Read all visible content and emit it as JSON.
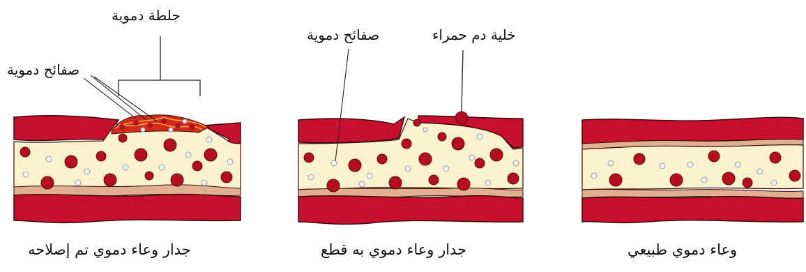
{
  "panels": {
    "repaired": {
      "caption": "جدار وعاء دموي تم إصلاحه"
    },
    "cut": {
      "caption": "جدار وعاء دموي به قطع"
    },
    "normal": {
      "caption": "وعاء دموي طبيعي"
    }
  },
  "annotations": {
    "clot": "جلطة دموية",
    "platelets_left": "صفائح دموية",
    "platelets_mid": "صفائح دموية",
    "red_cell": "خلية دم حمراء"
  },
  "colors": {
    "wall_red": "#c8102e",
    "wall_outline": "#3a0a0a",
    "lumen": "#fbf3cf",
    "inner_lining": "#e0b090",
    "rbc": "#b50f1f",
    "rbc_center": "#e02a3a",
    "platelet": "#f3f3f3",
    "clot_fibrin": "#e6b24a"
  }
}
